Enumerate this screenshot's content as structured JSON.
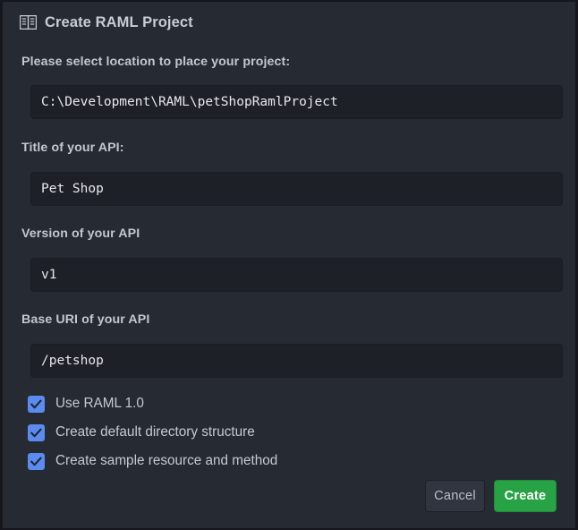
{
  "window": {
    "title": "Create RAML Project",
    "icon": "book-icon",
    "background_color": "#262a33",
    "border_color": "#15171c"
  },
  "fields": [
    {
      "label": "Please select location to place your project:",
      "value": "C:\\Development\\RAML\\petShopRamlProject",
      "name": "location"
    },
    {
      "label": "Title of your API:",
      "value": "Pet Shop",
      "name": "api-title"
    },
    {
      "label": "Version of your API",
      "value": "v1",
      "name": "api-version"
    },
    {
      "label": "Base URI of your API",
      "value": "/petshop",
      "name": "base-uri"
    }
  ],
  "checkboxes": [
    {
      "label": "Use RAML 1.0",
      "checked": true
    },
    {
      "label": "Create default directory structure",
      "checked": true
    },
    {
      "label": "Create sample resource and method",
      "checked": true
    }
  ],
  "buttons": {
    "cancel_label": "Cancel",
    "create_label": "Create",
    "create_color": "#27a244",
    "cancel_color": "#31353f"
  }
}
